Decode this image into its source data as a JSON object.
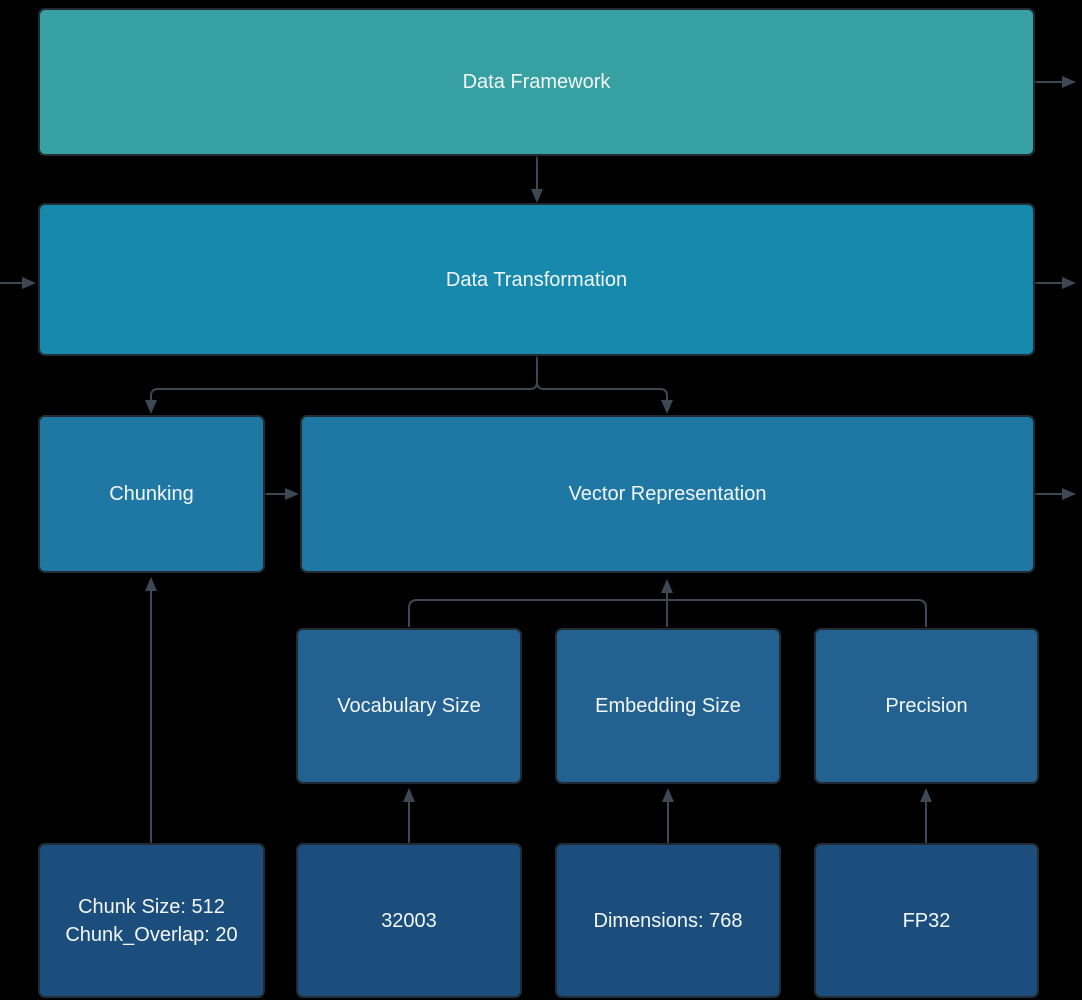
{
  "diagram": {
    "type": "flowchart",
    "colors": {
      "background": "#000000",
      "text": "#f3f7f8",
      "edge": "#3d4854",
      "border": "#232c35",
      "level1": "#36a0a2",
      "level2": "#1789ad",
      "level3": "#1f78a4",
      "level4": "#226190",
      "level5": "#1b4e7c"
    },
    "nodes": {
      "data_framework": {
        "label": "Data Framework",
        "color": "#36a0a2"
      },
      "data_transformation": {
        "label": "Data Transformation",
        "color": "#1789ad"
      },
      "chunking": {
        "label": "Chunking",
        "color": "#1f78a4"
      },
      "vector_representationticket": null,
      "vector_representation": {
        "label": "Vector Representation",
        "color": "#1f78a4"
      },
      "vocabulary_size": {
        "label": "Vocabulary Size",
        "color": "#226190"
      },
      "embedding_size": {
        "label": "Embedding Size",
        "color": "#226190"
      },
      "precision": {
        "label": "Precision",
        "color": "#226190"
      },
      "chunk_parameters": {
        "label": "Chunk Size: 512\nChunk_Overlap: 20",
        "color": "#1b4e7c"
      },
      "vocabulary_value": {
        "label": "32003",
        "color": "#1b4e7c"
      },
      "dimensions_value": {
        "label": "Dimensions: 768",
        "color": "#1b4e7c"
      },
      "precision_value": {
        "label": "FP32",
        "color": "#1b4e7c"
      }
    },
    "edges": [
      {
        "from": "data_framework",
        "to": "data_transformation"
      },
      {
        "from": "data_framework",
        "to": "offscreen_right"
      },
      {
        "from": "offscreen_left",
        "to": "data_transformation"
      },
      {
        "from": "data_transformation",
        "to": "offscreen_right"
      },
      {
        "from": "data_transformation",
        "to": "chunking"
      },
      {
        "from": "data_transformation",
        "to": "vector_representation"
      },
      {
        "from": "chunking",
        "to": "vector_representation"
      },
      {
        "from": "vector_representation",
        "to": "offscreen_right"
      },
      {
        "from": "vocabulary_size",
        "to": "vector_representation"
      },
      {
        "from": "embedding_size",
        "to": "vector_representation"
      },
      {
        "from": "precision",
        "to": "vector_representation"
      },
      {
        "from": "chunk_parameters",
        "to": "chunking"
      },
      {
        "from": "vocabulary_value",
        "to": "vocabulary_size"
      },
      {
        "from": "dimensions_value",
        "to": "embedding_size"
      },
      {
        "from": "precision_value",
        "to": "precision"
      }
    ]
  }
}
